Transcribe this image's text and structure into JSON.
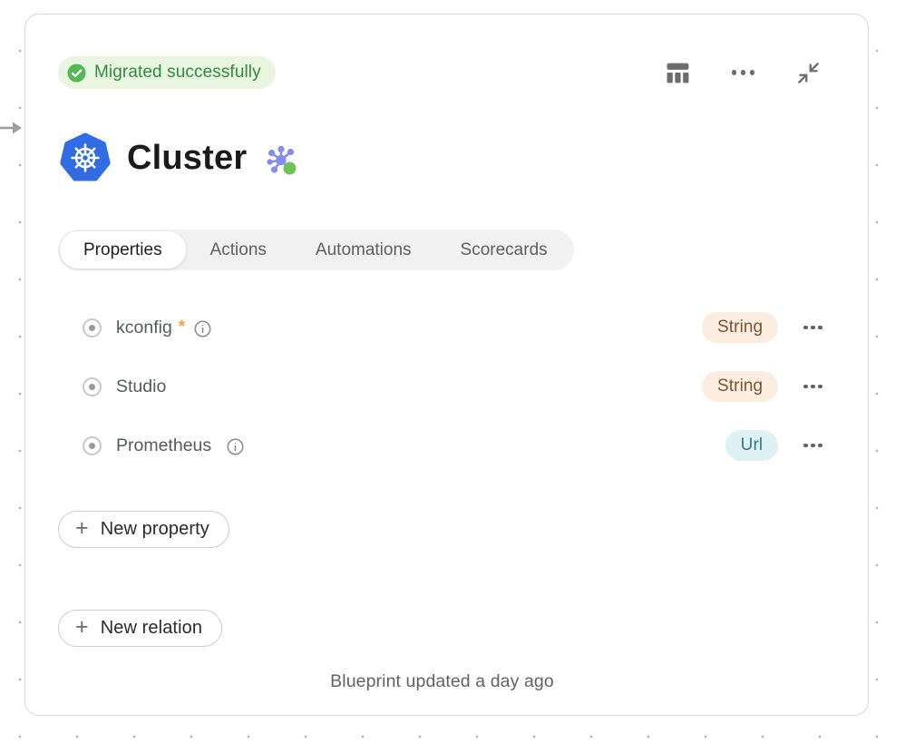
{
  "status": {
    "label": "Migrated successfully",
    "bg": "#e9f6e1",
    "color": "#338a3e",
    "check_color": "#57b657"
  },
  "toolbar": {
    "icon_color": "#6d6d6d",
    "icons": [
      "table-columns-icon",
      "ellipsis-icon",
      "collapse-icon"
    ]
  },
  "header": {
    "title": "Cluster",
    "kubernetes_blue": "#326ce5",
    "graph_purple": "#868bf0",
    "graph_green": "#70c257"
  },
  "tabs": {
    "items": [
      {
        "label": "Properties",
        "active": true
      },
      {
        "label": "Actions",
        "active": false
      },
      {
        "label": "Automations",
        "active": false
      },
      {
        "label": "Scorecards",
        "active": false
      }
    ]
  },
  "properties": [
    {
      "name": "kconfig",
      "required_marker": "*",
      "has_info": true,
      "type": "String",
      "type_bg": "#fbeee0",
      "type_color": "#7d5134"
    },
    {
      "name": "Studio",
      "required_marker": "",
      "has_info": false,
      "type": "String",
      "type_bg": "#fbeee0",
      "type_color": "#7d5134"
    },
    {
      "name": "Prometheus",
      "required_marker": "",
      "has_info": true,
      "type": "Url",
      "type_bg": "#e0f1f6",
      "type_color": "#2e7b8a"
    }
  ],
  "actions": {
    "plus": "+",
    "new_property": "New property",
    "new_relation": "New relation"
  },
  "footer": {
    "text": "Blueprint updated a day ago"
  }
}
